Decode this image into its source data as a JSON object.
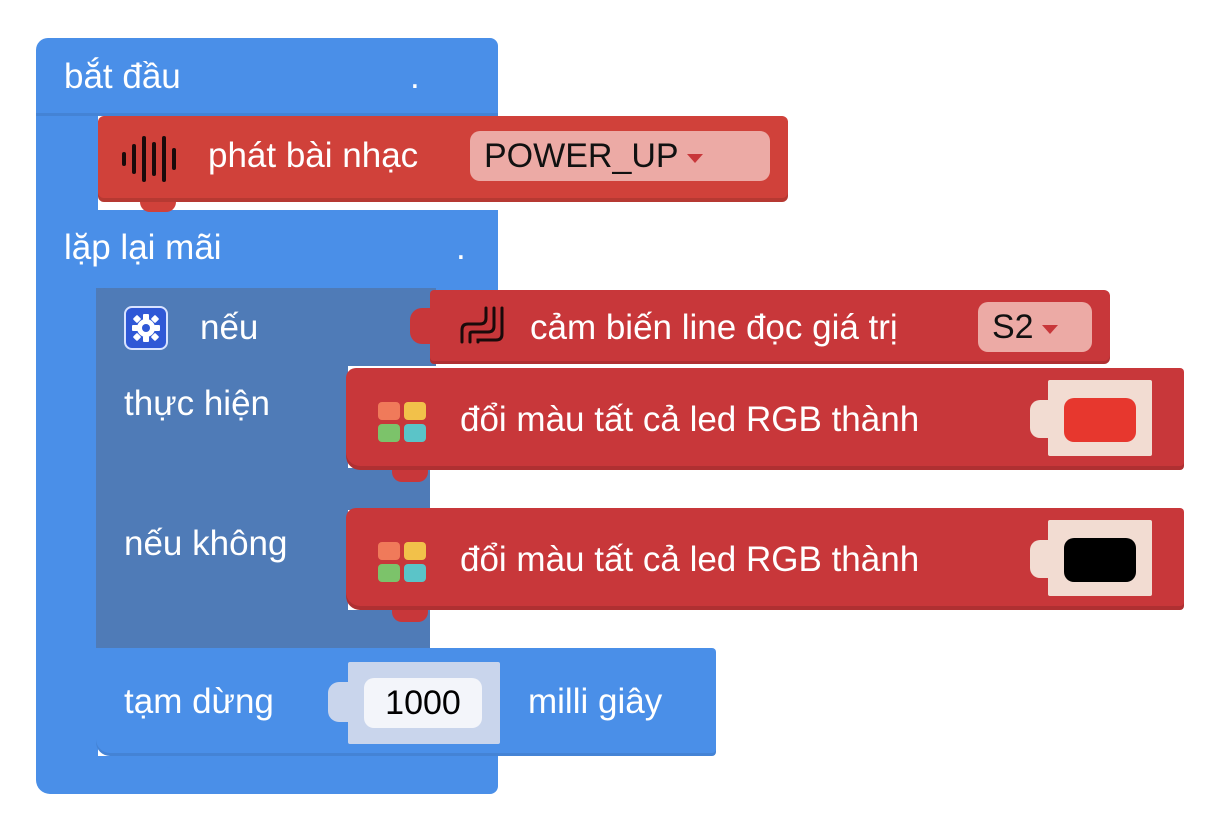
{
  "blocks": {
    "start": {
      "label": "bắt đầu",
      "dot": "."
    },
    "play_music": {
      "label": "phát bài nhạc",
      "melody": "POWER_UP"
    },
    "forever": {
      "label": "lặp lại mãi",
      "dot": "."
    },
    "if_block": {
      "if_label": "nếu",
      "then_label": "thực hiện",
      "else_label": "nếu không"
    },
    "sensor": {
      "label": "cảm biến line đọc giá trị",
      "pin": "S2"
    },
    "rgb_then": {
      "label": "đổi màu tất cả led RGB thành",
      "color": "#e7372e"
    },
    "rgb_else": {
      "label": "đổi màu tất cả led RGB thành",
      "color": "#000000"
    },
    "wait": {
      "label": "tạm dừng",
      "value": "1000",
      "unit": "milli giây"
    }
  },
  "colors": {
    "loop_blue": "#4a8fe8",
    "logic_blue": "#4f7bb7",
    "hardware_red": "#c8373a",
    "music_red": "#d0413a"
  },
  "icons": {
    "music": "waveform-icon",
    "sensor": "line-sensor-icon",
    "rgb": "rgb-grid-icon",
    "settings": "gear-icon"
  }
}
